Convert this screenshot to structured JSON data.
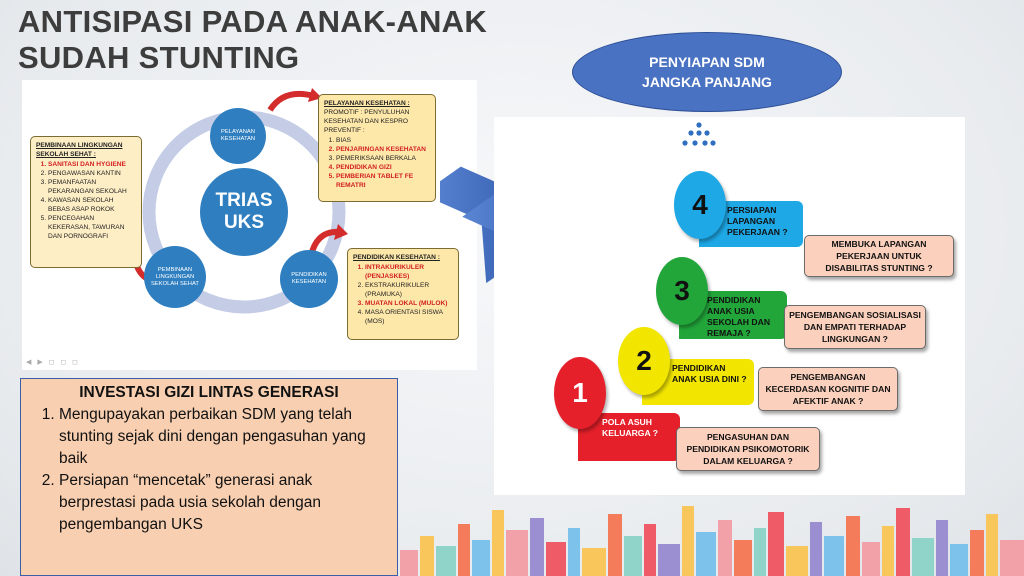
{
  "title": {
    "line1": "ANTISIPASI PADA ANAK-ANAK",
    "line2": "SUDAH STUNTING"
  },
  "trias": {
    "center_line1": "TRIAS",
    "center_line2": "UKS",
    "node_pelayanan": "PELAYANAN KESEHATAN",
    "node_pembinaan": "PEMBINAAN LINGKUNGAN SEKOLAH SEHAT",
    "node_pendidikan": "PENDIDIKAN KESEHATAN",
    "box_lingkungan": {
      "heading": "PEMBINAAN LINGKUNGAN SEKOLAH SEHAT :",
      "items": [
        "SANITASI DAN HYGIENE",
        "PENGAWASAN KANTIN",
        "PEMANFAATAN PEKARANGAN SEKOLAH",
        "KAWASAN SEKOLAH BEBAS ASAP ROKOK",
        "PENCEGAHAN KEKERASAN, TAWURAN DAN PORNOGRAFI"
      ]
    },
    "box_pelayanan": {
      "heading": "PELAYANAN KESEHATAN :",
      "intro": "PROMOTIF : PENYULUHAN KESEHATAN DAN KESPRO PREVENTIF :",
      "items": [
        "BIAS",
        "PENJARINGAN KESEHATAN",
        "PEMERIKSAAN BERKALA",
        "PENDIDIKAN GIZI",
        "PEMBERIAN TABLET FE REMATRI"
      ]
    },
    "box_pendidikan": {
      "heading": "PENDIDIKAN KESEHATAN :",
      "items": [
        "INTRAKURIKULER (PENJASKES)",
        "EKSTRAKURIKULER (PRAMUKA)",
        "MUATAN LOKAL (MULOK)",
        "MASA ORIENTASI SISWA (MOS)"
      ]
    }
  },
  "investasi": {
    "heading": "INVESTASI GIZI LINTAS GENERASI",
    "items": [
      "Mengupayakan perbaikan SDM yang telah stunting sejak dini dengan pengasuhan yang baik",
      "Persiapan “mencetak” generasi anak berprestasi pada usia sekolah dengan pengembangan UKS"
    ]
  },
  "oval": {
    "line1": "PENYIAPAN SDM",
    "line2": "JANGKA PANJANG"
  },
  "steps": [
    {
      "num": "1",
      "label": "POLA ASUH KELUARGA ?",
      "desc": "PENGASUHAN DAN PENDIDIKAN PSIKOMOTORIK DALAM KELUARGA ?",
      "color": "#e5202a",
      "text_color": "#ffffff"
    },
    {
      "num": "2",
      "label": "PENDIDIKAN ANAK USIA DINI ?",
      "desc": "PENGEMBANGAN KECERDASAN KOGNITIF DAN AFEKTIF ANAK ?",
      "color": "#f2e600",
      "text_color": "#111111"
    },
    {
      "num": "3",
      "label": "PENDIDIKAN ANAK USIA SEKOLAH DAN REMAJA ?",
      "desc": "PENGEMBANGAN SOSIALISASI DAN EMPATI TERHADAP LINGKUNGAN ?",
      "color": "#22a63a",
      "text_color": "#111111"
    },
    {
      "num": "4",
      "label": "PERSIAPAN LAPANGAN PEKERJAAN ?",
      "desc": "MEMBUKA LAPANGAN PEKERJAAN UNTUK DISABILITAS STUNTING ?",
      "color": "#1ea8e6",
      "text_color": "#111111"
    }
  ],
  "colors": {
    "trias_blue": "#2f7fc0",
    "oval_blue": "#4a72c2",
    "arrow_blue": "#3d6cc0",
    "red_arrow": "#d42b2b"
  }
}
